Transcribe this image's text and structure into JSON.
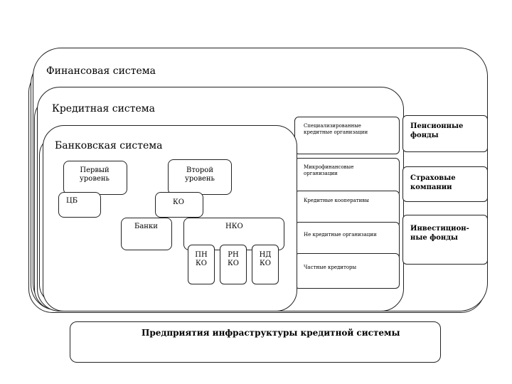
{
  "financial": {
    "title": "Финансовая система"
  },
  "credit": {
    "title": "Кредитная система"
  },
  "banking": {
    "title": "Банковская система",
    "first_level": "Первый уровень",
    "second_level": "Второй уровень",
    "cb": "ЦБ",
    "ko": "КО",
    "banks": "Банки",
    "nko": "НКО",
    "pnko": "ПН КО",
    "rnko": "РН КО",
    "ndko": "НД КО"
  },
  "credit_orgs": {
    "specialized": "Специализированные кредитные организации",
    "microfinance": "Микрофинансовые организации",
    "cooperatives": "Кредитные кооперативы",
    "noncredit": "Не кредитные организации",
    "private": "Частные кредиторы"
  },
  "side": {
    "pension": "Пенсионные фонды",
    "insurance": "Страховые компании",
    "investment": "Инвестицион-ные фонды"
  },
  "infrastructure": "Предприятия инфраструктуры кредитной системы"
}
